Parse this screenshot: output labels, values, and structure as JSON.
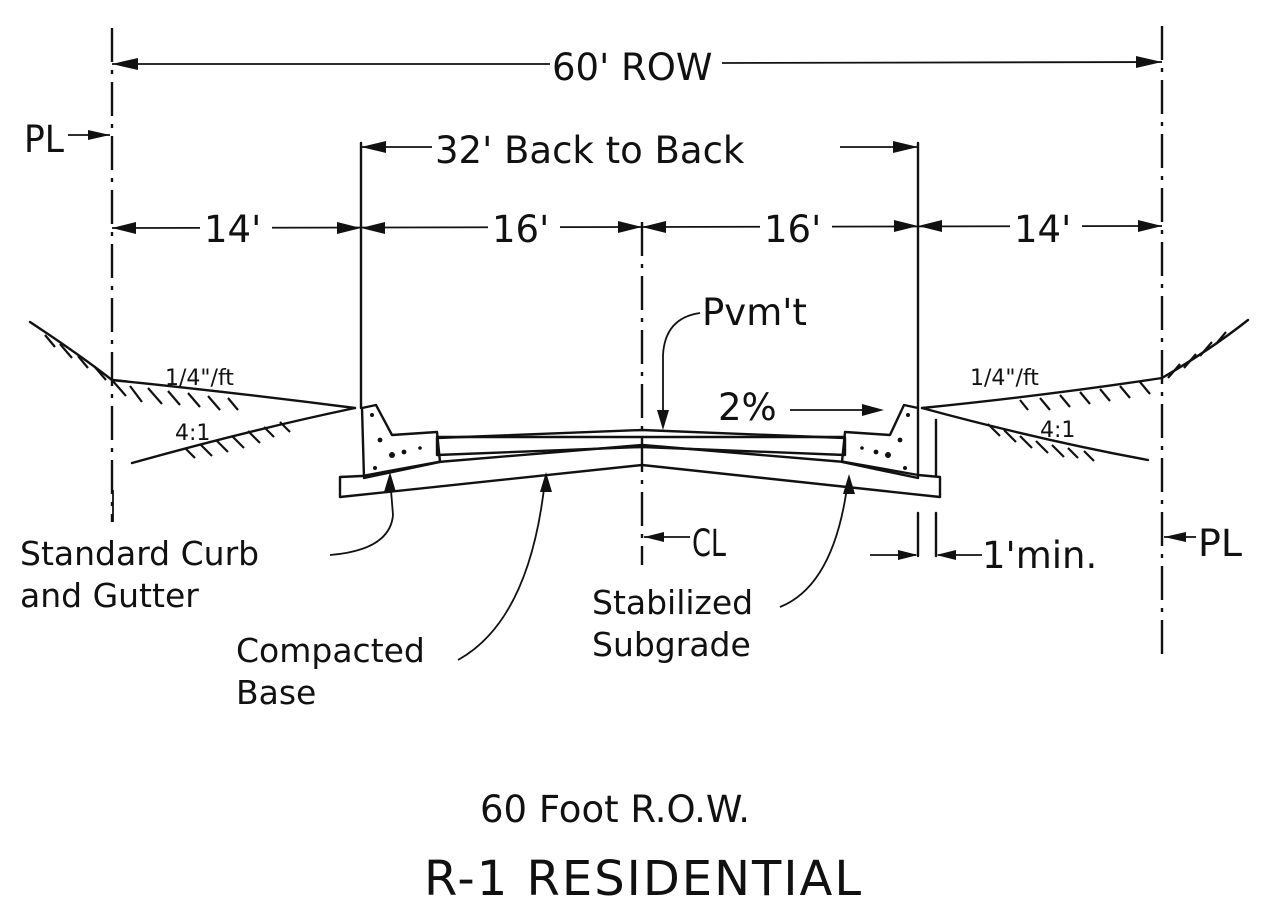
{
  "drawing": {
    "title": "60 Foot R.O.W.",
    "subtitle": "R-1 RESIDENTIAL",
    "dimensions": {
      "row_total": "60' ROW",
      "back_to_back": "32' Back to Back",
      "left_parkway": "14'",
      "left_half_street": "16'",
      "right_half_street": "16'",
      "right_parkway": "14'",
      "curb_offset": "1'min."
    },
    "markers": {
      "property_line_left": "PL",
      "property_line_right": "PL",
      "centerline": "CL"
    },
    "slopes": {
      "left_parkway_slope": "1/4\"/ft",
      "left_backslope": "4:1",
      "right_parkway_slope": "1/4\"/ft",
      "right_backslope": "4:1",
      "pavement_crown": "2%"
    },
    "callouts": {
      "pavement": "Pvm't",
      "curb_line1": "Standard Curb",
      "curb_line2": "and Gutter",
      "base_line1": "Compacted",
      "base_line2": "Base",
      "subgrade_line1": "Stabilized",
      "subgrade_line2": "Subgrade"
    }
  }
}
